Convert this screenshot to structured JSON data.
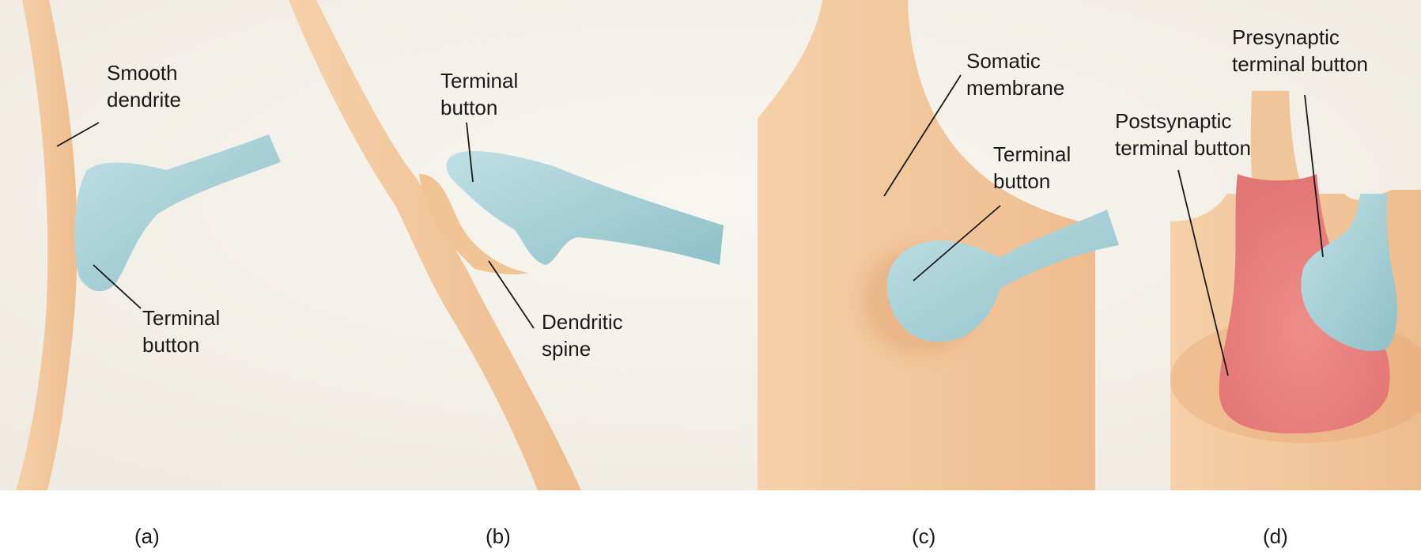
{
  "panels": [
    {
      "caption": "(a)",
      "labels": {
        "dendrite": "Smooth\ndendrite",
        "terminal": "Terminal\nbutton"
      }
    },
    {
      "caption": "(b)",
      "labels": {
        "terminal": "Terminal\nbutton",
        "spine": "Dendritic\nspine"
      }
    },
    {
      "caption": "(c)",
      "labels": {
        "membrane": "Somatic\nmembrane",
        "terminal": "Terminal\nbutton"
      }
    },
    {
      "caption": "(d)",
      "labels": {
        "presynaptic": "Presynaptic\nterminal button",
        "postsynaptic": "Postsynaptic\nterminal button"
      }
    }
  ],
  "colors": {
    "background": "#f4f1ea",
    "neuron": "#f2c79c",
    "neuron_shade": "#e8b485",
    "terminal": "#a9d2d8",
    "terminal_shade": "#88bcc4",
    "postsynaptic": "#e67f7c"
  }
}
